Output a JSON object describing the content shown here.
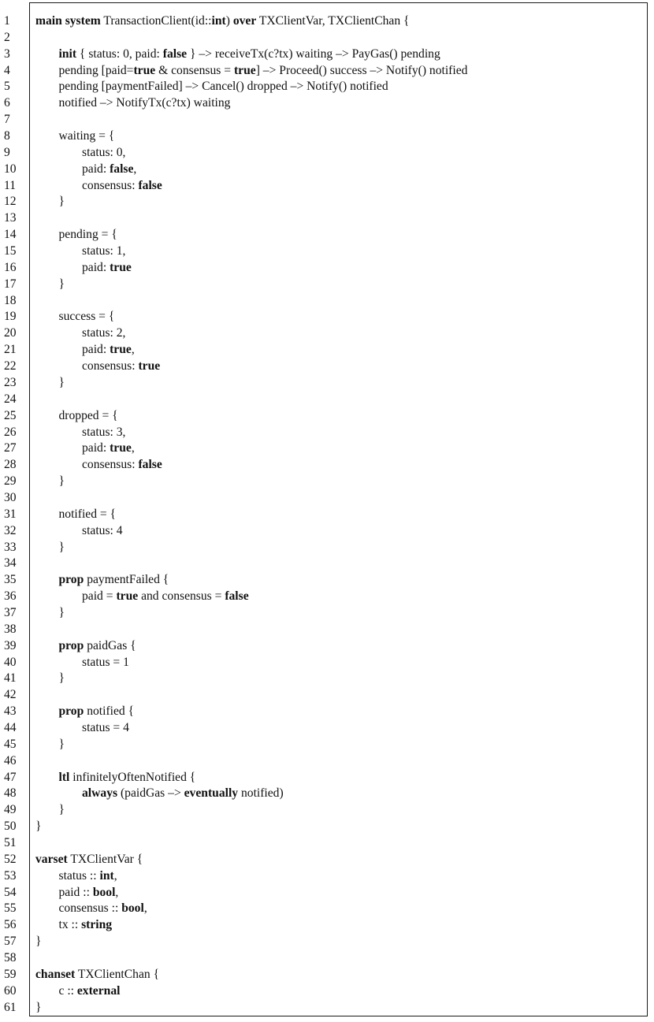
{
  "lines": [
    [
      [
        1,
        "main system"
      ],
      [
        0,
        " TransactionClient(id::"
      ],
      [
        1,
        "int"
      ],
      [
        0,
        ") "
      ],
      [
        1,
        "over"
      ],
      [
        0,
        " TXClientVar, TXClientChan {"
      ]
    ],
    [],
    [
      [
        0,
        "\t"
      ],
      [
        1,
        "init"
      ],
      [
        0,
        " { status: 0, paid: "
      ],
      [
        1,
        "false"
      ],
      [
        0,
        " } –> receiveTx(c?tx) waiting –> PayGas() pending"
      ]
    ],
    [
      [
        0,
        "\tpending [paid="
      ],
      [
        1,
        "true"
      ],
      [
        0,
        " & consensus = "
      ],
      [
        1,
        "true"
      ],
      [
        0,
        "] –> Proceed() success –> Notify() notified"
      ]
    ],
    [
      [
        0,
        "\tpending [paymentFailed] –> Cancel() dropped –> Notify() notified"
      ]
    ],
    [
      [
        0,
        "\tnotified –> NotifyTx(c?tx) waiting"
      ]
    ],
    [],
    [
      [
        0,
        "\twaiting = {"
      ]
    ],
    [
      [
        0,
        "\t\tstatus: 0,"
      ]
    ],
    [
      [
        0,
        "\t\tpaid: "
      ],
      [
        1,
        "false"
      ],
      [
        0,
        ","
      ]
    ],
    [
      [
        0,
        "\t\tconsensus: "
      ],
      [
        1,
        "false"
      ]
    ],
    [
      [
        0,
        "\t}"
      ]
    ],
    [],
    [
      [
        0,
        "\tpending = {"
      ]
    ],
    [
      [
        0,
        "\t\tstatus: 1,"
      ]
    ],
    [
      [
        0,
        "\t\tpaid: "
      ],
      [
        1,
        "true"
      ]
    ],
    [
      [
        0,
        "\t}"
      ]
    ],
    [],
    [
      [
        0,
        "\tsuccess = {"
      ]
    ],
    [
      [
        0,
        "\t\tstatus: 2,"
      ]
    ],
    [
      [
        0,
        "\t\tpaid: "
      ],
      [
        1,
        "true"
      ],
      [
        0,
        ","
      ]
    ],
    [
      [
        0,
        "\t\tconsensus: "
      ],
      [
        1,
        "true"
      ]
    ],
    [
      [
        0,
        "\t}"
      ]
    ],
    [],
    [
      [
        0,
        "\tdropped = {"
      ]
    ],
    [
      [
        0,
        "\t\tstatus: 3,"
      ]
    ],
    [
      [
        0,
        "\t\tpaid: "
      ],
      [
        1,
        "true"
      ],
      [
        0,
        ","
      ]
    ],
    [
      [
        0,
        "\t\tconsensus: "
      ],
      [
        1,
        "false"
      ]
    ],
    [
      [
        0,
        "\t}"
      ]
    ],
    [],
    [
      [
        0,
        "\tnotified = {"
      ]
    ],
    [
      [
        0,
        "\t\tstatus: 4"
      ]
    ],
    [
      [
        0,
        "\t}"
      ]
    ],
    [],
    [
      [
        0,
        "\t"
      ],
      [
        1,
        "prop"
      ],
      [
        0,
        " paymentFailed {"
      ]
    ],
    [
      [
        0,
        "\t\tpaid = "
      ],
      [
        1,
        "true"
      ],
      [
        0,
        " and consensus = "
      ],
      [
        1,
        "false"
      ]
    ],
    [
      [
        0,
        "\t}"
      ]
    ],
    [],
    [
      [
        0,
        "\t"
      ],
      [
        1,
        "prop"
      ],
      [
        0,
        " paidGas {"
      ]
    ],
    [
      [
        0,
        "\t\tstatus = 1"
      ]
    ],
    [
      [
        0,
        "\t}"
      ]
    ],
    [],
    [
      [
        0,
        "\t"
      ],
      [
        1,
        "prop"
      ],
      [
        0,
        " notified {"
      ]
    ],
    [
      [
        0,
        "\t\tstatus = 4"
      ]
    ],
    [
      [
        0,
        "\t}"
      ]
    ],
    [],
    [
      [
        0,
        "\t"
      ],
      [
        1,
        "ltl"
      ],
      [
        0,
        " infinitelyOftenNotified {"
      ]
    ],
    [
      [
        0,
        "\t\t"
      ],
      [
        1,
        "always"
      ],
      [
        0,
        " (paidGas –> "
      ],
      [
        1,
        "eventually"
      ],
      [
        0,
        " notified)"
      ]
    ],
    [
      [
        0,
        "\t}"
      ]
    ],
    [
      [
        0,
        "}"
      ]
    ],
    [],
    [
      [
        1,
        "varset"
      ],
      [
        0,
        " TXClientVar {"
      ]
    ],
    [
      [
        0,
        "\tstatus :: "
      ],
      [
        1,
        "int"
      ],
      [
        0,
        ","
      ]
    ],
    [
      [
        0,
        "\tpaid :: "
      ],
      [
        1,
        "bool"
      ],
      [
        0,
        ","
      ]
    ],
    [
      [
        0,
        "\tconsensus :: "
      ],
      [
        1,
        "bool"
      ],
      [
        0,
        ","
      ]
    ],
    [
      [
        0,
        "\ttx :: "
      ],
      [
        1,
        "string"
      ]
    ],
    [
      [
        0,
        "}"
      ]
    ],
    [],
    [
      [
        1,
        "chanset"
      ],
      [
        0,
        " TXClientChan {"
      ]
    ],
    [
      [
        0,
        "\tc :: "
      ],
      [
        1,
        "external"
      ]
    ],
    [
      [
        0,
        "}"
      ]
    ]
  ]
}
